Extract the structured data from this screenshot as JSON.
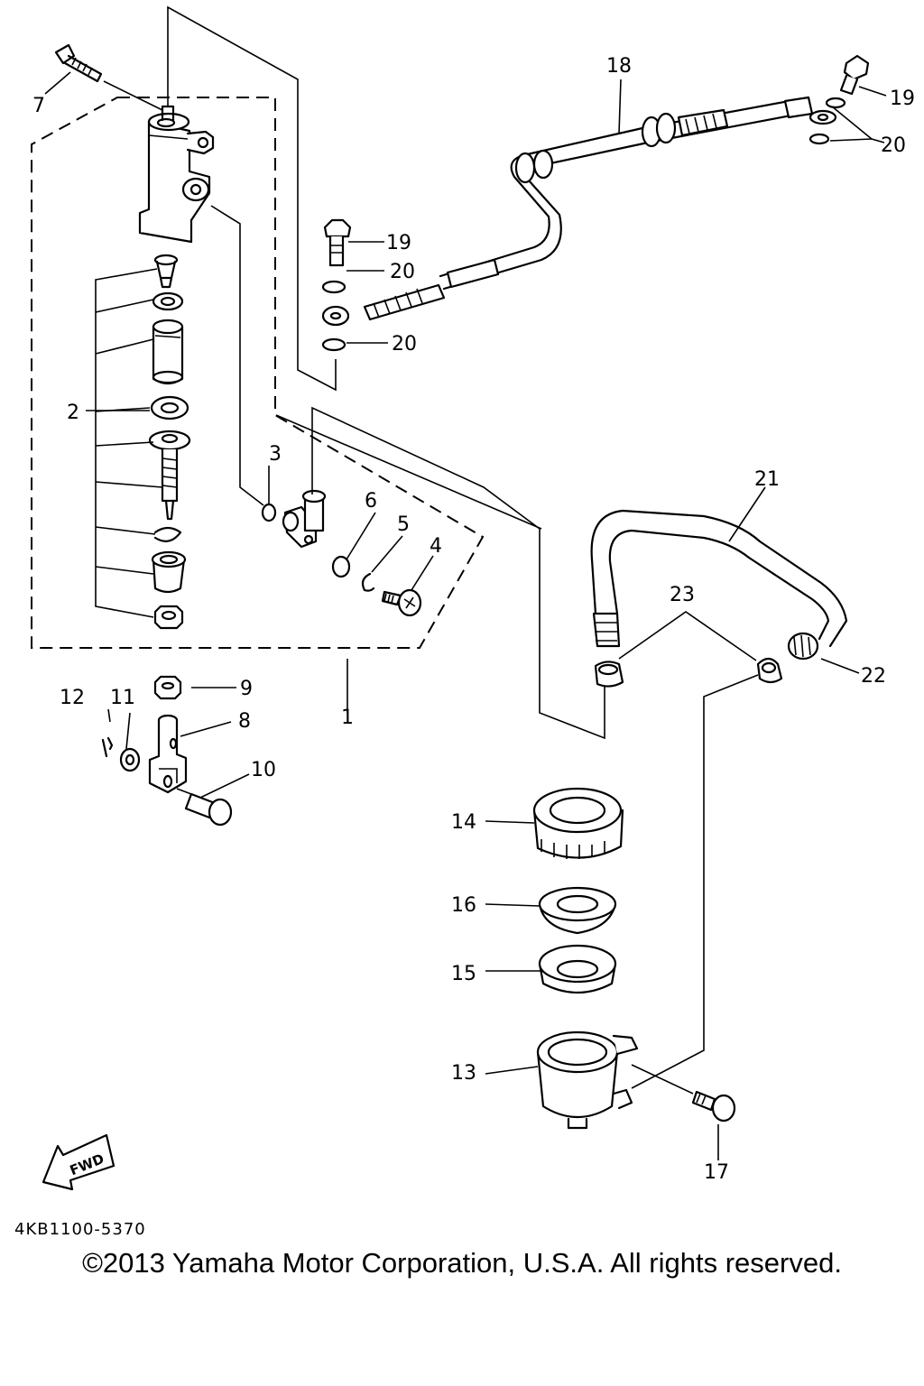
{
  "callouts": {
    "c1": "1",
    "c2": "2",
    "c3": "3",
    "c4": "4",
    "c5": "5",
    "c6": "6",
    "c7": "7",
    "c8": "8",
    "c9": "9",
    "c10": "10",
    "c11": "11",
    "c12": "12",
    "c13": "13",
    "c14": "14",
    "c15": "15",
    "c16": "16",
    "c17": "17",
    "c18": "18",
    "c19a": "19",
    "c19b": "19",
    "c20a": "20",
    "c20b": "20",
    "c20c": "20",
    "c21": "21",
    "c22": "22",
    "c23": "23"
  },
  "fwd_label": "FWD",
  "diagram_code": "4KB1100-5370",
  "copyright": "©2013 Yamaha Motor Corporation, U.S.A. All rights reserved."
}
